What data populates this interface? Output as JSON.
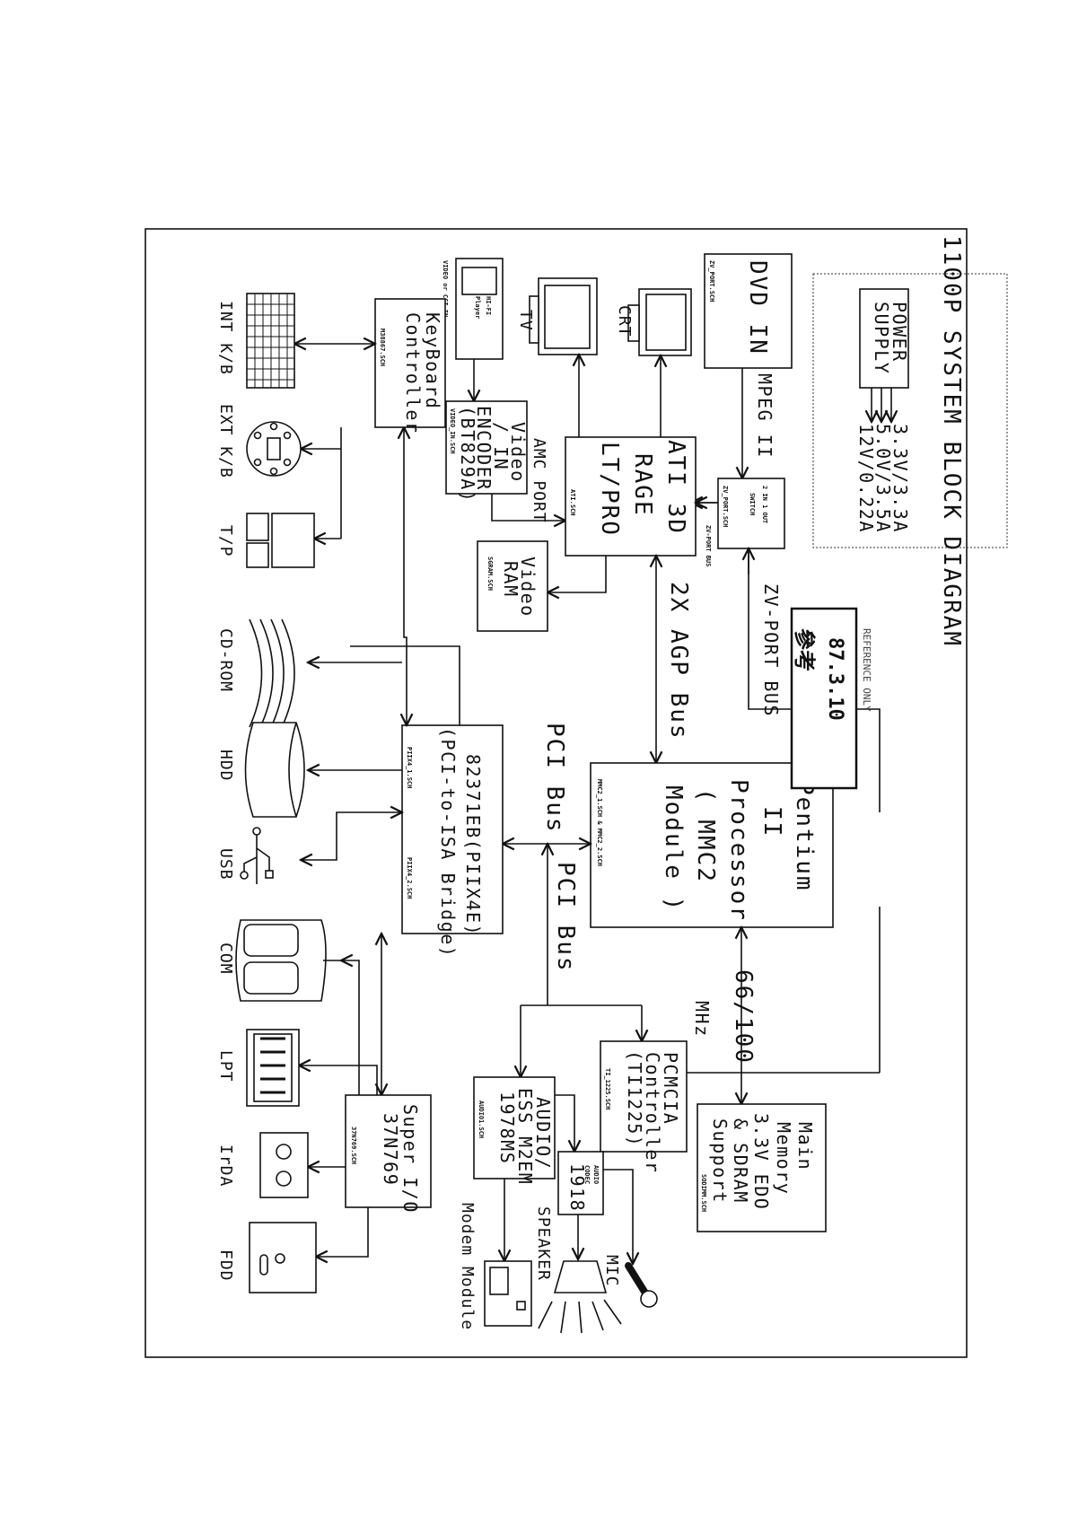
{
  "title": "1100P SYSTEM BLOCK DIAGRAM",
  "power": {
    "label_1": "POWER",
    "label_2": "SUPPLY",
    "rails": [
      "3.3V/3.3A",
      "5.0V/3.5A",
      "12V/0.22A"
    ]
  },
  "blocks": {
    "dvd_in": "DVD IN",
    "mpeg": "MPEG II",
    "switch_1": "2 IN 1 OUT",
    "switch_2": "SWITCH",
    "switch_file": "ZV_PORT.SCH",
    "zv_bus_small": "ZV-PORT BUS",
    "zv_bus": "ZV-PORT BUS",
    "dvd_file": "ZV_PORT.SCH",
    "crt": "CRT",
    "tv": "TV",
    "hifi_1": "HI-FI",
    "hifi_2": "Player",
    "hifi_caption": "VIDEO or CCI IN",
    "video_in_1": "Video",
    "video_in_2": "/ IN",
    "video_in_3": "ENCODER",
    "video_in_4": "(BT829A)",
    "video_in_file": "VIDEO_IN.SCH",
    "ati_1": "ATI 3D",
    "ati_2": "RAGE",
    "ati_3": "LT/PRO",
    "ati_file": "ATI.SCH",
    "amc_port": "AMC PORT",
    "vram_1": "Video",
    "vram_2": "RAM",
    "vram_file": "SGRAM.SCH",
    "agp_bus": "2X AGP Bus",
    "cpu_1": "Pentium",
    "cpu_2": "II",
    "cpu_3": "Processor",
    "cpu_4": "( MMC2",
    "cpu_5": "Module )",
    "cpu_file": "MMC2_1.SCH & MMC2_2.SCH",
    "kbc_1": "KeyBoard",
    "kbc_2": "Controller",
    "kbc_file": "M38867.SCH",
    "piix_1": "82371EB(PIIX4E)",
    "piix_2": "(PCI-to-ISA Bridge)",
    "piix_file_1": "PIIX4_1.SCH",
    "piix_file_2": "PIIX4_2.SCH",
    "pci_bus_1": "PCI Bus",
    "pci_bus_2": "PCI Bus",
    "host_bus": "66/100",
    "host_unit": "MHz",
    "pcmcia_1": "PCMCIA",
    "pcmcia_2": "Controller",
    "pcmcia_3": "(TI1225)",
    "pcmcia_file": "TI_1225.SCH",
    "memory_1": "Main",
    "memory_2": "Memory",
    "memory_3": "3.3V EDO",
    "memory_4": "& SDRAM",
    "memory_5": "Support",
    "memory_file": "SODIMM.SCH",
    "audio_1": "AUDIO/",
    "audio_2": "ESS M2EM",
    "audio_3": "1978MS",
    "audio_file": "AUDIO1.SCH",
    "codec_1": "AUDIO",
    "codec_2": "CODEC",
    "codec_3": "1918",
    "superio_1": "Super I/O",
    "superio_2": "37N769",
    "superio_file": "37N769.SCH"
  },
  "peripherals": {
    "int_kb": "INT K/B",
    "ext_kb": "EXT K/B",
    "tp": "T/P",
    "cdrom": "CD-ROM",
    "hdd": "HDD",
    "usb": "USB",
    "com": "COM",
    "lpt": "LPT",
    "irda": "IrDA",
    "fdd": "FDD",
    "mic": "MIC",
    "speaker": "SPEAKER",
    "modem": "Modem Module"
  },
  "stamp": {
    "line_1": "參考",
    "line_2": "87.3.10",
    "line_3": "REFERENCE ONLY"
  }
}
